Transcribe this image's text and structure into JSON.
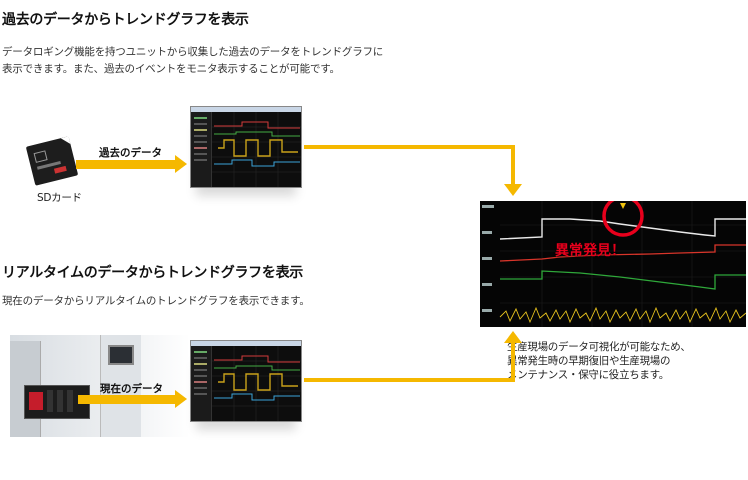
{
  "section1": {
    "heading": "過去のデータからトレンドグラフを表示",
    "desc_line1": "データロギング機能を持つユニットから収集した過去のデータをトレンドグラフに",
    "desc_line2": "表示できます。また、過去のイベントをモニタ表示することが可能です。",
    "arrow_label": "過去のデータ",
    "device_label": "SDカード"
  },
  "section2": {
    "heading": "リアルタイムのデータからトレンドグラフを表示",
    "desc": "現在のデータからリアルタイムのトレンドグラフを表示できます。",
    "arrow_label": "現在のデータ"
  },
  "result": {
    "anomaly_label": "異常発見！",
    "caption_line1": "生産現場のデータ可視化が可能なため、",
    "caption_line2": "異常発生時の早期復旧や生産現場の",
    "caption_line3": "メンテナンス・保守に役立ちます。"
  },
  "colors": {
    "arrow": "#f5b800",
    "anomaly": "#e8001c",
    "panel_bg": "#050505"
  }
}
